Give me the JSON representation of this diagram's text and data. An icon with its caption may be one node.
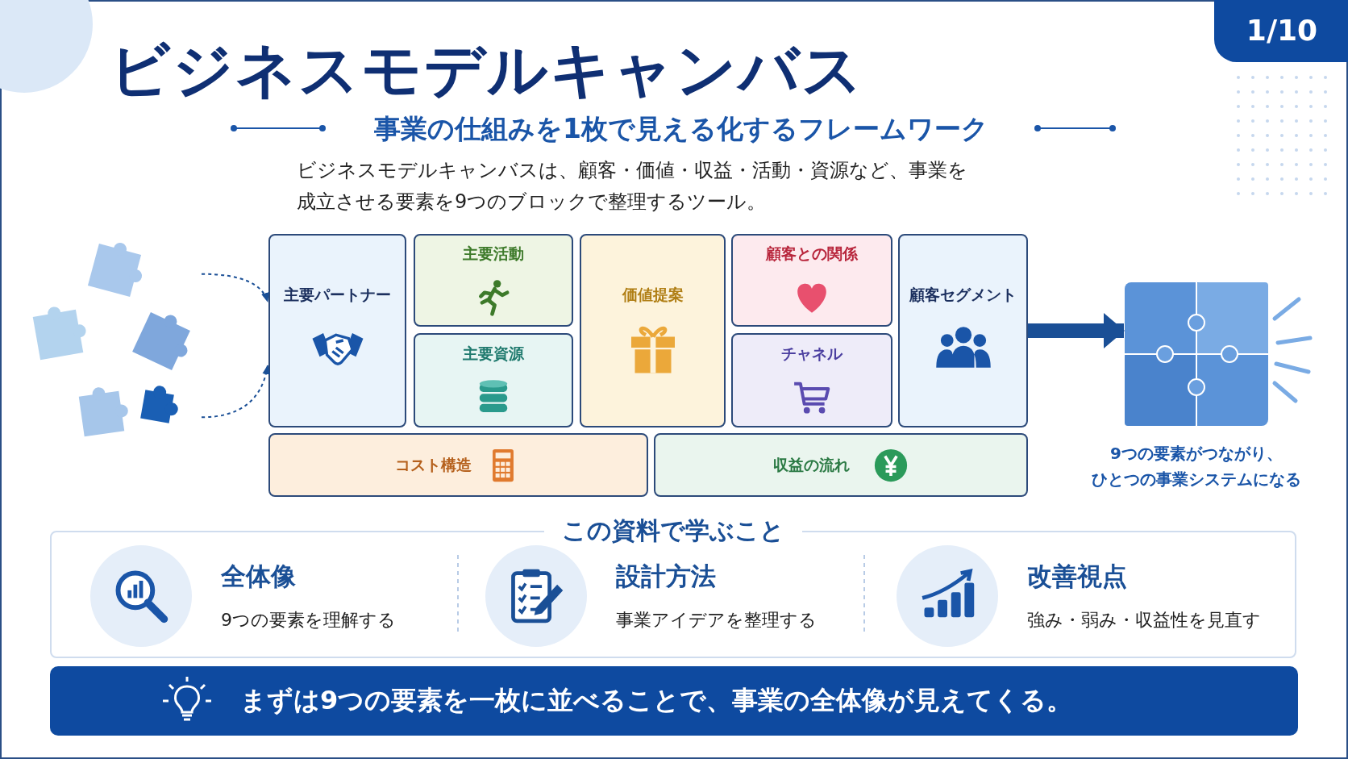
{
  "diagram": {
    "title": "ビジネスモデルキャンバス",
    "nodes": [
      {
        "text": [
          "主要パートナー"
        ]
      },
      {
        "text": [
          "主要活動"
        ]
      },
      {
        "text": [
          "主要資源"
        ]
      },
      {
        "text": [
          "価値提案"
        ]
      },
      {
        "text": [
          "顧客との関係"
        ]
      },
      {
        "text": [
          "チャネル"
        ]
      },
      {
        "text": [
          "顧客セグメント"
        ]
      },
      {
        "text": [
          "コスト構造"
        ]
      },
      {
        "text": [
          "収益の流れ"
        ]
      },
      {
        "text": [],
        "shape": "picture"
      },
      {
        "text": [],
        "shape": "picture",
        "beside": [
          "9つの要素がつながり、ひとつの事業システムになる"
        ]
      },
      {
        "text": [
          "この資料で学ぶこと"
        ]
      },
      {
        "text": [
          "全体像",
          "9つの要素を理解する"
        ],
        "in": 11
      },
      {
        "text": [
          "設計方法",
          "事業アイデアを整理する"
        ],
        "in": 11
      },
      {
        "text": [
          "改善視点",
          "強み・弱み・収益性を見直す"
        ],
        "in": 11
      },
      {
        "text": [
          "まずは9つの要素を一枚に並べることで、事業の全体像が見えてくる。"
        ]
      }
    ],
    "edges": [
      {
        "from": 9,
        "to": 0,
        "arrow": "to",
        "style": "dashed"
      },
      {
        "from": 9,
        "to": 0,
        "arrow": "to",
        "style": "dashed"
      },
      {
        "from": 6,
        "to": 10,
        "arrow": "to",
        "style": "thick"
      }
    ],
    "labels": [
      "1/10",
      "事業の仕組みを1枚で見える化するフレームワーク",
      "ビジネスモデルキャンバスは、顧客・価値・収益・活動・資源など、事業を成立させる要素を9つのブロックで整理するツール。"
    ]
  }
}
